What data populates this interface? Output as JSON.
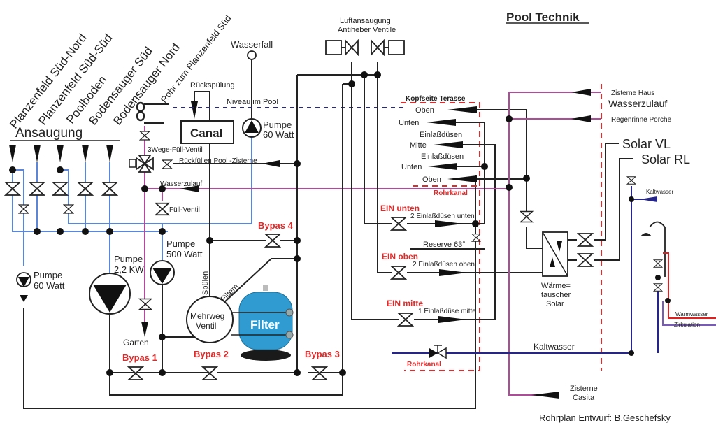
{
  "title": "Pool Technik",
  "credit": "Rohrplan  Entwurf: B.Geschefsky",
  "suction": {
    "heading": "Ansaugung",
    "lines": [
      "Planzenfeld Süd-Nord",
      "Planzenfeld Süd-Süd",
      "Poolboden",
      "Bodensauger Süd",
      "Bodensauger Nord"
    ],
    "pipe_label": "Rohr zum Planzenfeld Süd"
  },
  "labels": {
    "wasserfall": "Wasserfall",
    "rueckspuelung": "Rückspülung",
    "canal": "Canal",
    "niveau": "Niveau im Pool",
    "pump60_top_1": "Pumpe",
    "pump60_top_2": "60 Watt",
    "dreiwege": "3Wege-Füll-Ventil",
    "rueckfuellen": "Rückfüllen Pool -Zisterne",
    "wasserzulauf_left": "Wasserzulauf",
    "fuell_ventil": "Füll-Ventil",
    "pump22_1": "Pumpe",
    "pump22_2": "2,2 KW",
    "pump500_1": "Pumpe",
    "pump500_2": "500 Watt",
    "pump60_left_1": "Pumpe",
    "pump60_left_2": "60 Watt",
    "spuelen": "Spülen",
    "filtern": "Filtern",
    "mehrweg_1": "Mehrweg",
    "mehrweg_2": "Ventil",
    "filter": "Filter",
    "garten": "Garten",
    "luftansaugung_1": "Luftansaugung",
    "luftansaugung_2": "Antiheber Ventile",
    "kopfseite": "Kopfseite Terasse",
    "rohrkanal_top": "Rohrkanal",
    "rohrkanal_bottom": "Rohrkanal",
    "reserve": "Reserve 63°",
    "zisterne_haus": "Zisterne Haus",
    "wasserzulauf_right": "Wasserzulauf",
    "regenrinne": "Regenrinne Porche",
    "solar_vl": "Solar VL",
    "solar_rl": "Solar RL",
    "kaltwasser_small": "Kaltwasser",
    "kaltwasser_big": "Kaltwasser",
    "warmwasser": "Warmwasser",
    "zirkulation": "Zirkulation",
    "waermetauscher_1": "Wärme=",
    "waermetauscher_2": "tauscher",
    "waermetauscher_3": "Solar",
    "zisterne_casita_1": "Zisterne",
    "zisterne_casita_2": "Casita"
  },
  "bypasses": [
    "Bypas 1",
    "Bypas 2",
    "Bypas 3",
    "Bypas 4"
  ],
  "outlets": [
    {
      "label": "Oben"
    },
    {
      "label": "Unten"
    },
    {
      "label": "Einlaßdüsen",
      "sub": "Mitte"
    },
    {
      "label": "Einlaßdüsen",
      "sub": "Unten"
    },
    {
      "label": "Oben"
    }
  ],
  "inlets": [
    {
      "valve": "EIN unten",
      "desc": "2 Einlaßdüsen unten"
    },
    {
      "valve": "EIN oben",
      "desc": "2 Einlaßdüsen oben"
    },
    {
      "valve": "EIN mitte",
      "desc": "1 Einlaßdüse mitte"
    }
  ],
  "colors": {
    "pipe": "#222222",
    "suction_pipe": "#5b86d8",
    "fresh_water_pipe": "#b04a9a",
    "cold_water_pipe": "#26268a",
    "warm_water_pipe": "#e02020",
    "circulation_pipe": "#7a5ab8",
    "accent_red": "#e02a2a",
    "filter_tank": "#2f9bd0"
  }
}
